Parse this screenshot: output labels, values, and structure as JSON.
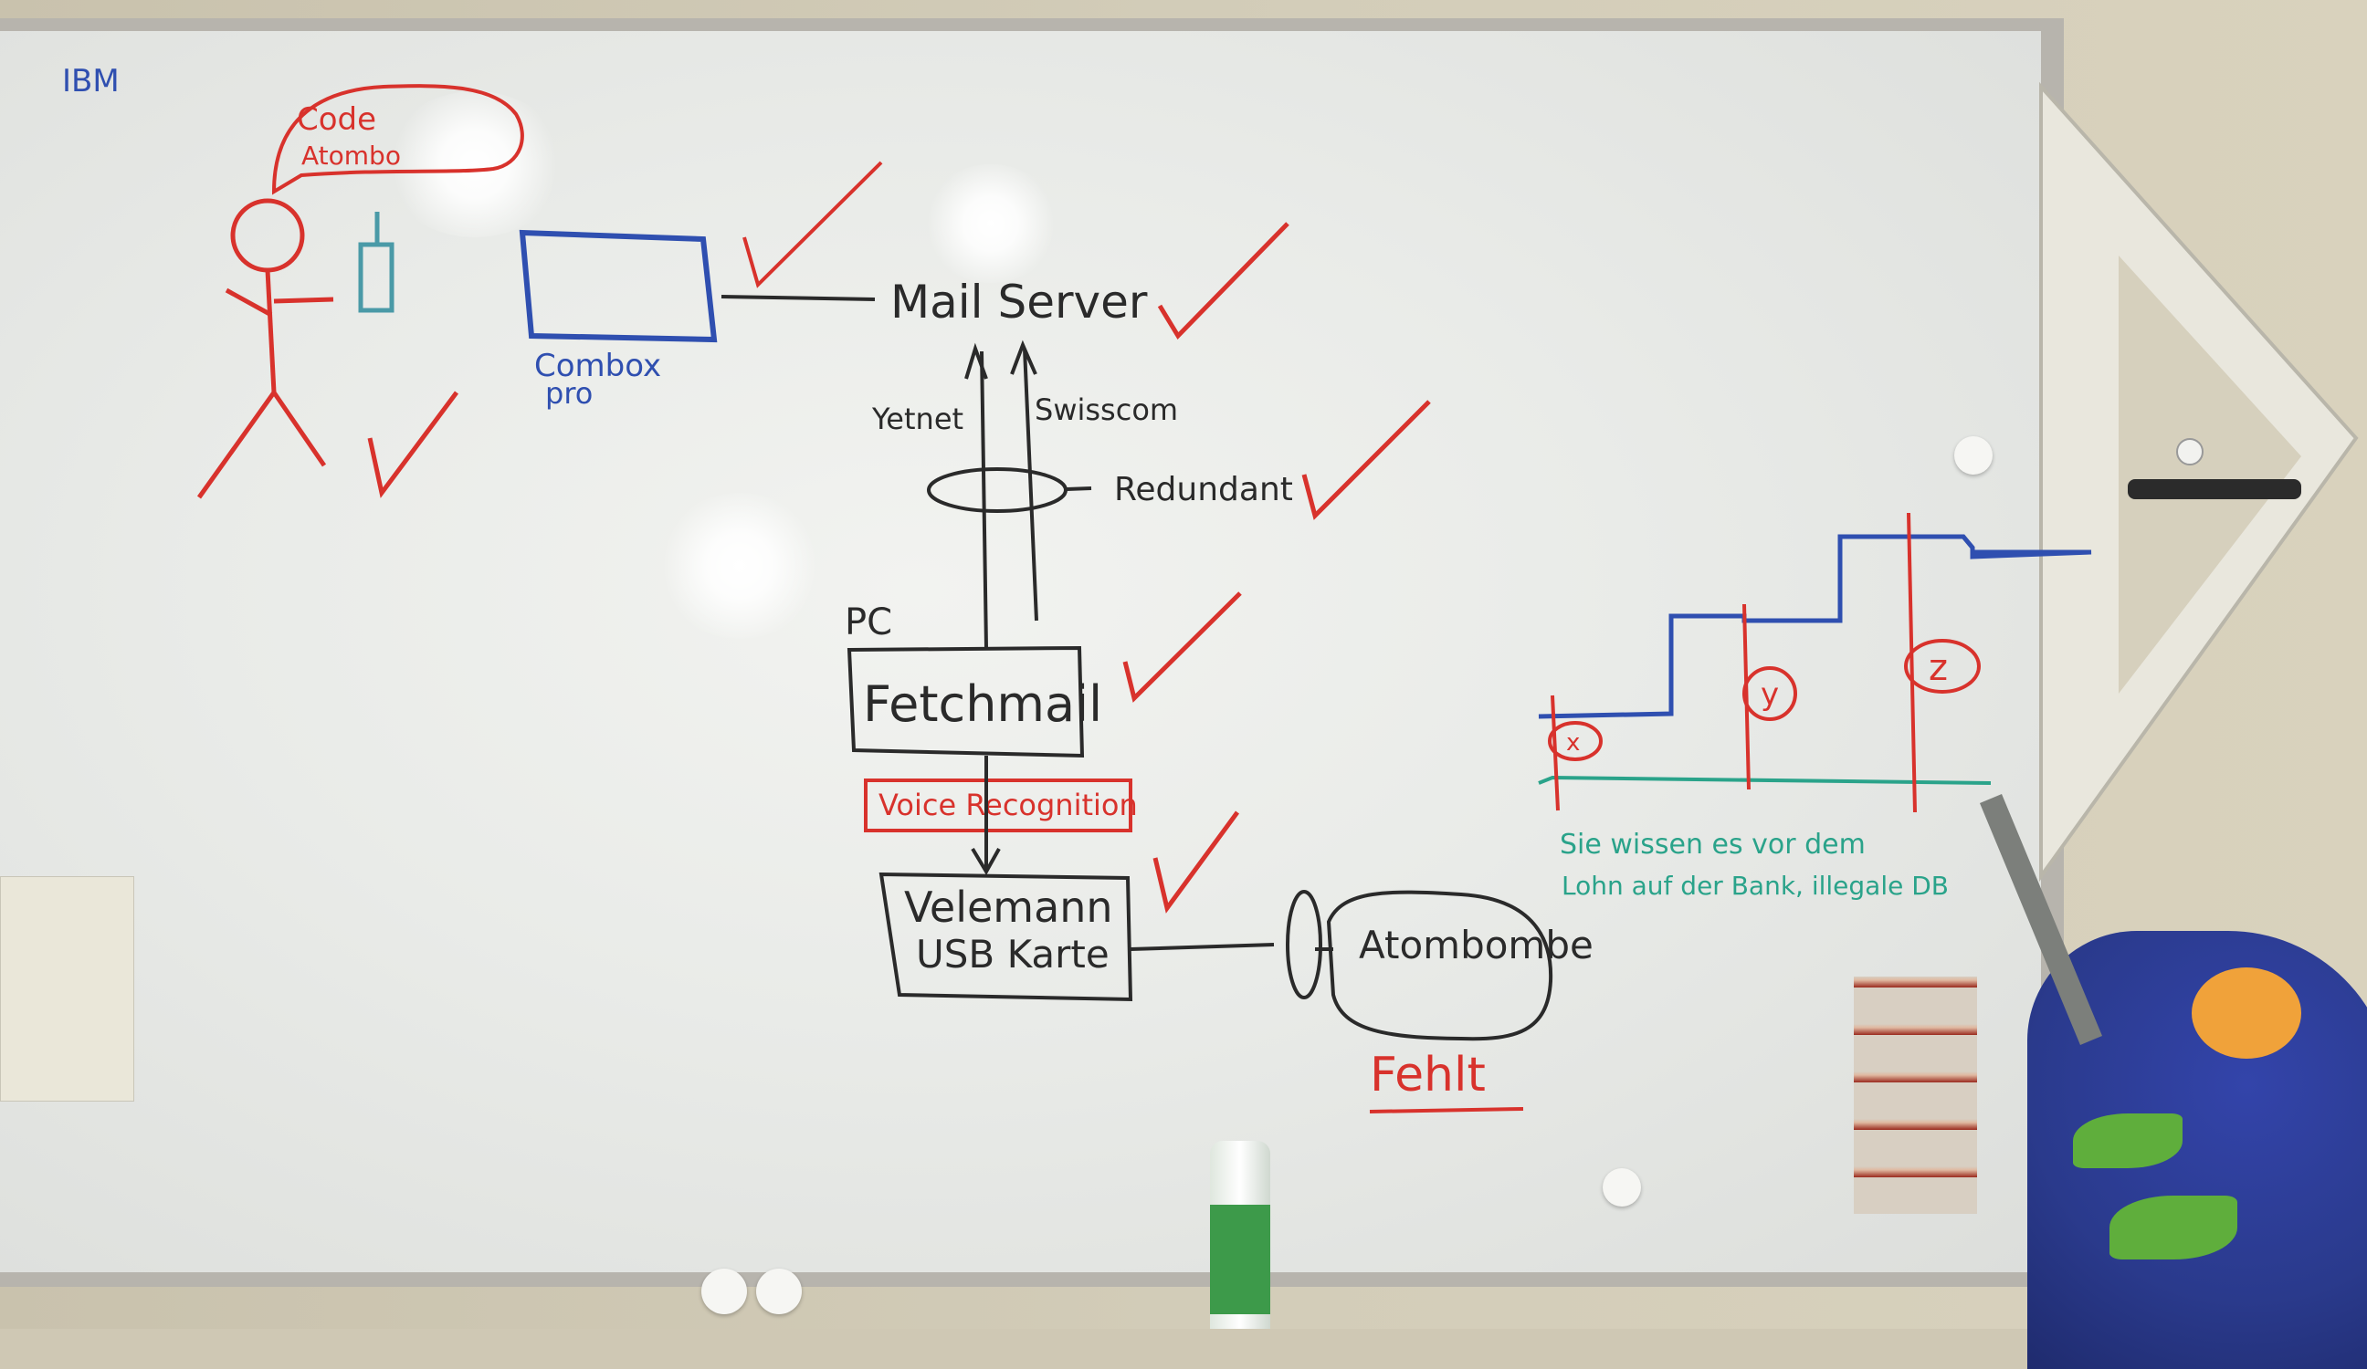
{
  "scene": "whiteboard-photo",
  "labels": {
    "ibm": "IBM",
    "code_bubble": [
      "Code",
      "Atombo"
    ],
    "combox": [
      "Combox",
      "pro"
    ],
    "mail_server": "Mail Server",
    "yetnet": "Yetnet",
    "swisscom": "Swisscom",
    "redundant": "Redundant",
    "pc": "PC",
    "fetchmail": "Fetchmail",
    "voice_recognition": "Voice Recognition",
    "velemann": [
      "Velemann",
      "USB Karte"
    ],
    "atombombe": "Atombombe",
    "fehlt": "Fehlt",
    "graph_x": "x",
    "graph_y": "y",
    "graph_z": "z",
    "green_note": [
      "Sie wissen es vor dem",
      "Lohn auf der Bank, illegale DB"
    ]
  },
  "colors": {
    "black_marker": "#2a2a2a",
    "red_marker": "#d8322c",
    "blue_marker": "#2f4fb0",
    "green_marker": "#2aa38a"
  }
}
